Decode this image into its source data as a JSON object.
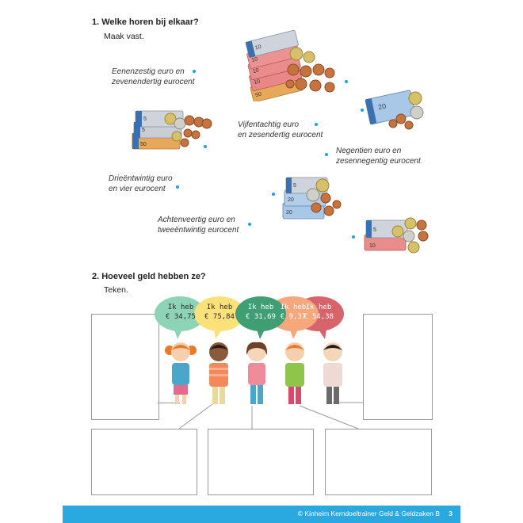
{
  "exercise1": {
    "number_title": "1.   Welke horen bij elkaar?",
    "instruction": "Maak vast."
  },
  "phrases": [
    {
      "line1": "Eenenzestig euro en",
      "line2": "zevenendertig eurocent"
    },
    {
      "line1": "Vijfentachtig euro",
      "line2": "en zesendertig eurocent"
    },
    {
      "line1": "Negentien euro en",
      "line2": "zesennegentig eurocent"
    },
    {
      "line1": "Drieëntwintig euro",
      "line2": "en vier eurocent"
    },
    {
      "line1": "Achtenveertig euro en",
      "line2": "tweeëntwintig eurocent"
    }
  ],
  "exercise2": {
    "number_title": "2.   Hoeveel geld hebben ze?",
    "instruction": "Teken."
  },
  "bubbles": [
    {
      "line1": "Ik heb",
      "line2": "€ 34,75",
      "color": "#8dd3b6"
    },
    {
      "line1": "Ik heb",
      "line2": "€ 75,84",
      "color": "#fbe17a"
    },
    {
      "line1": "Ik heb",
      "line2": "€ 31,69",
      "color": "#3f9e74"
    },
    {
      "line1": "Ik heb",
      "line2": "€ 9,37",
      "color": "#f6a77c"
    },
    {
      "line1": "Ik heb",
      "line2": "€ 54,38",
      "color": "#d8646b"
    }
  ],
  "note_values": {
    "left_stack": [
      "5",
      "5",
      "50"
    ],
    "top_stack": [
      "10",
      "10",
      "10",
      "10",
      "50"
    ],
    "right_single": [
      "20"
    ],
    "mid_stack": [
      "5",
      "20",
      "20"
    ],
    "bottom_right": [
      "5",
      "10"
    ]
  },
  "colors": {
    "accent_blue": "#29a9e0",
    "dot_blue": "#1aa6dc",
    "top_rule": "#1f4e4d"
  },
  "footer": {
    "copyright": "© Kinheim Kerndoeltrainer Geld & Geldzaken B",
    "page_number": "3"
  }
}
